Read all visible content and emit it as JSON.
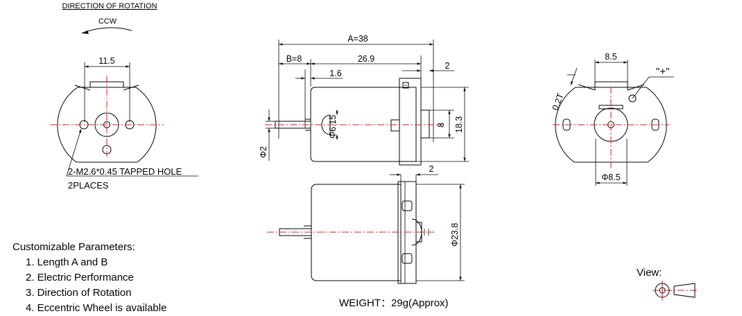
{
  "front_view": {
    "rotation_title": "DIRECTION OF ROTATION",
    "rotation_dir": "CCW",
    "hole_spacing": "11.5",
    "hole_note_line1": "2-M2.6*0.45 TAPPED HOLE",
    "hole_note_line2": "2PLACES"
  },
  "side_view": {
    "dim_a": "A=38",
    "dim_b": "B=8",
    "dim_body": "26.9",
    "dim_step": "1.6",
    "dim_tab": "2",
    "dim_shaft_dia": "Φ2",
    "dim_boss_dia": "Φ6.15",
    "dim_height": "18.3",
    "dim_bearing": "8"
  },
  "top_view": {
    "dim_tab": "2",
    "dim_dia": "Φ23.8"
  },
  "rear_view": {
    "dim_width": "8.5",
    "dim_thickness": "0.2T",
    "polarity": "\"+\"",
    "dim_boss_dia": "Φ8.5"
  },
  "parameters": {
    "title": "Customizable Parameters:",
    "items": [
      "1. Length A and B",
      "2. Electric Performance",
      "3. Direction of Rotation",
      "4. Eccentric Wheel is available"
    ]
  },
  "weight": "WEIGHT：29g(Approx)",
  "view_label": "View:"
}
